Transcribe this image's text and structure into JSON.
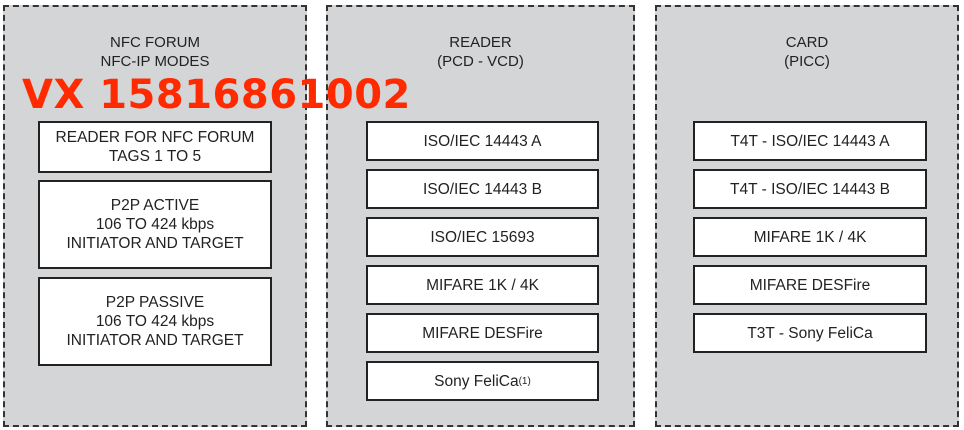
{
  "panels": {
    "nfc": {
      "title": "NFC FORUM\nNFC-IP MODES",
      "items": [
        "READER FOR NFC FORUM\nTAGS 1 TO 5",
        "P2P ACTIVE\n106 TO 424 kbps\nINITIATOR AND TARGET",
        "P2P PASSIVE\n106 TO 424 kbps\nINITIATOR AND TARGET"
      ]
    },
    "reader": {
      "title": "READER\n(PCD - VCD)",
      "items": [
        "ISO/IEC 14443 A",
        "ISO/IEC 14443 B",
        "ISO/IEC 15693",
        "MIFARE 1K / 4K",
        "MIFARE DESFire",
        "Sony FeliCa"
      ],
      "footnote": "(1)"
    },
    "card": {
      "title": "CARD\n(PICC)",
      "items": [
        "T4T - ISO/IEC 14443 A",
        "T4T - ISO/IEC 14443 B",
        "MIFARE 1K / 4K",
        "MIFARE DESFire",
        "T3T - Sony FeliCa"
      ]
    }
  },
  "overlay": {
    "text": "VX 15816861002",
    "color": "#ff2a00"
  }
}
